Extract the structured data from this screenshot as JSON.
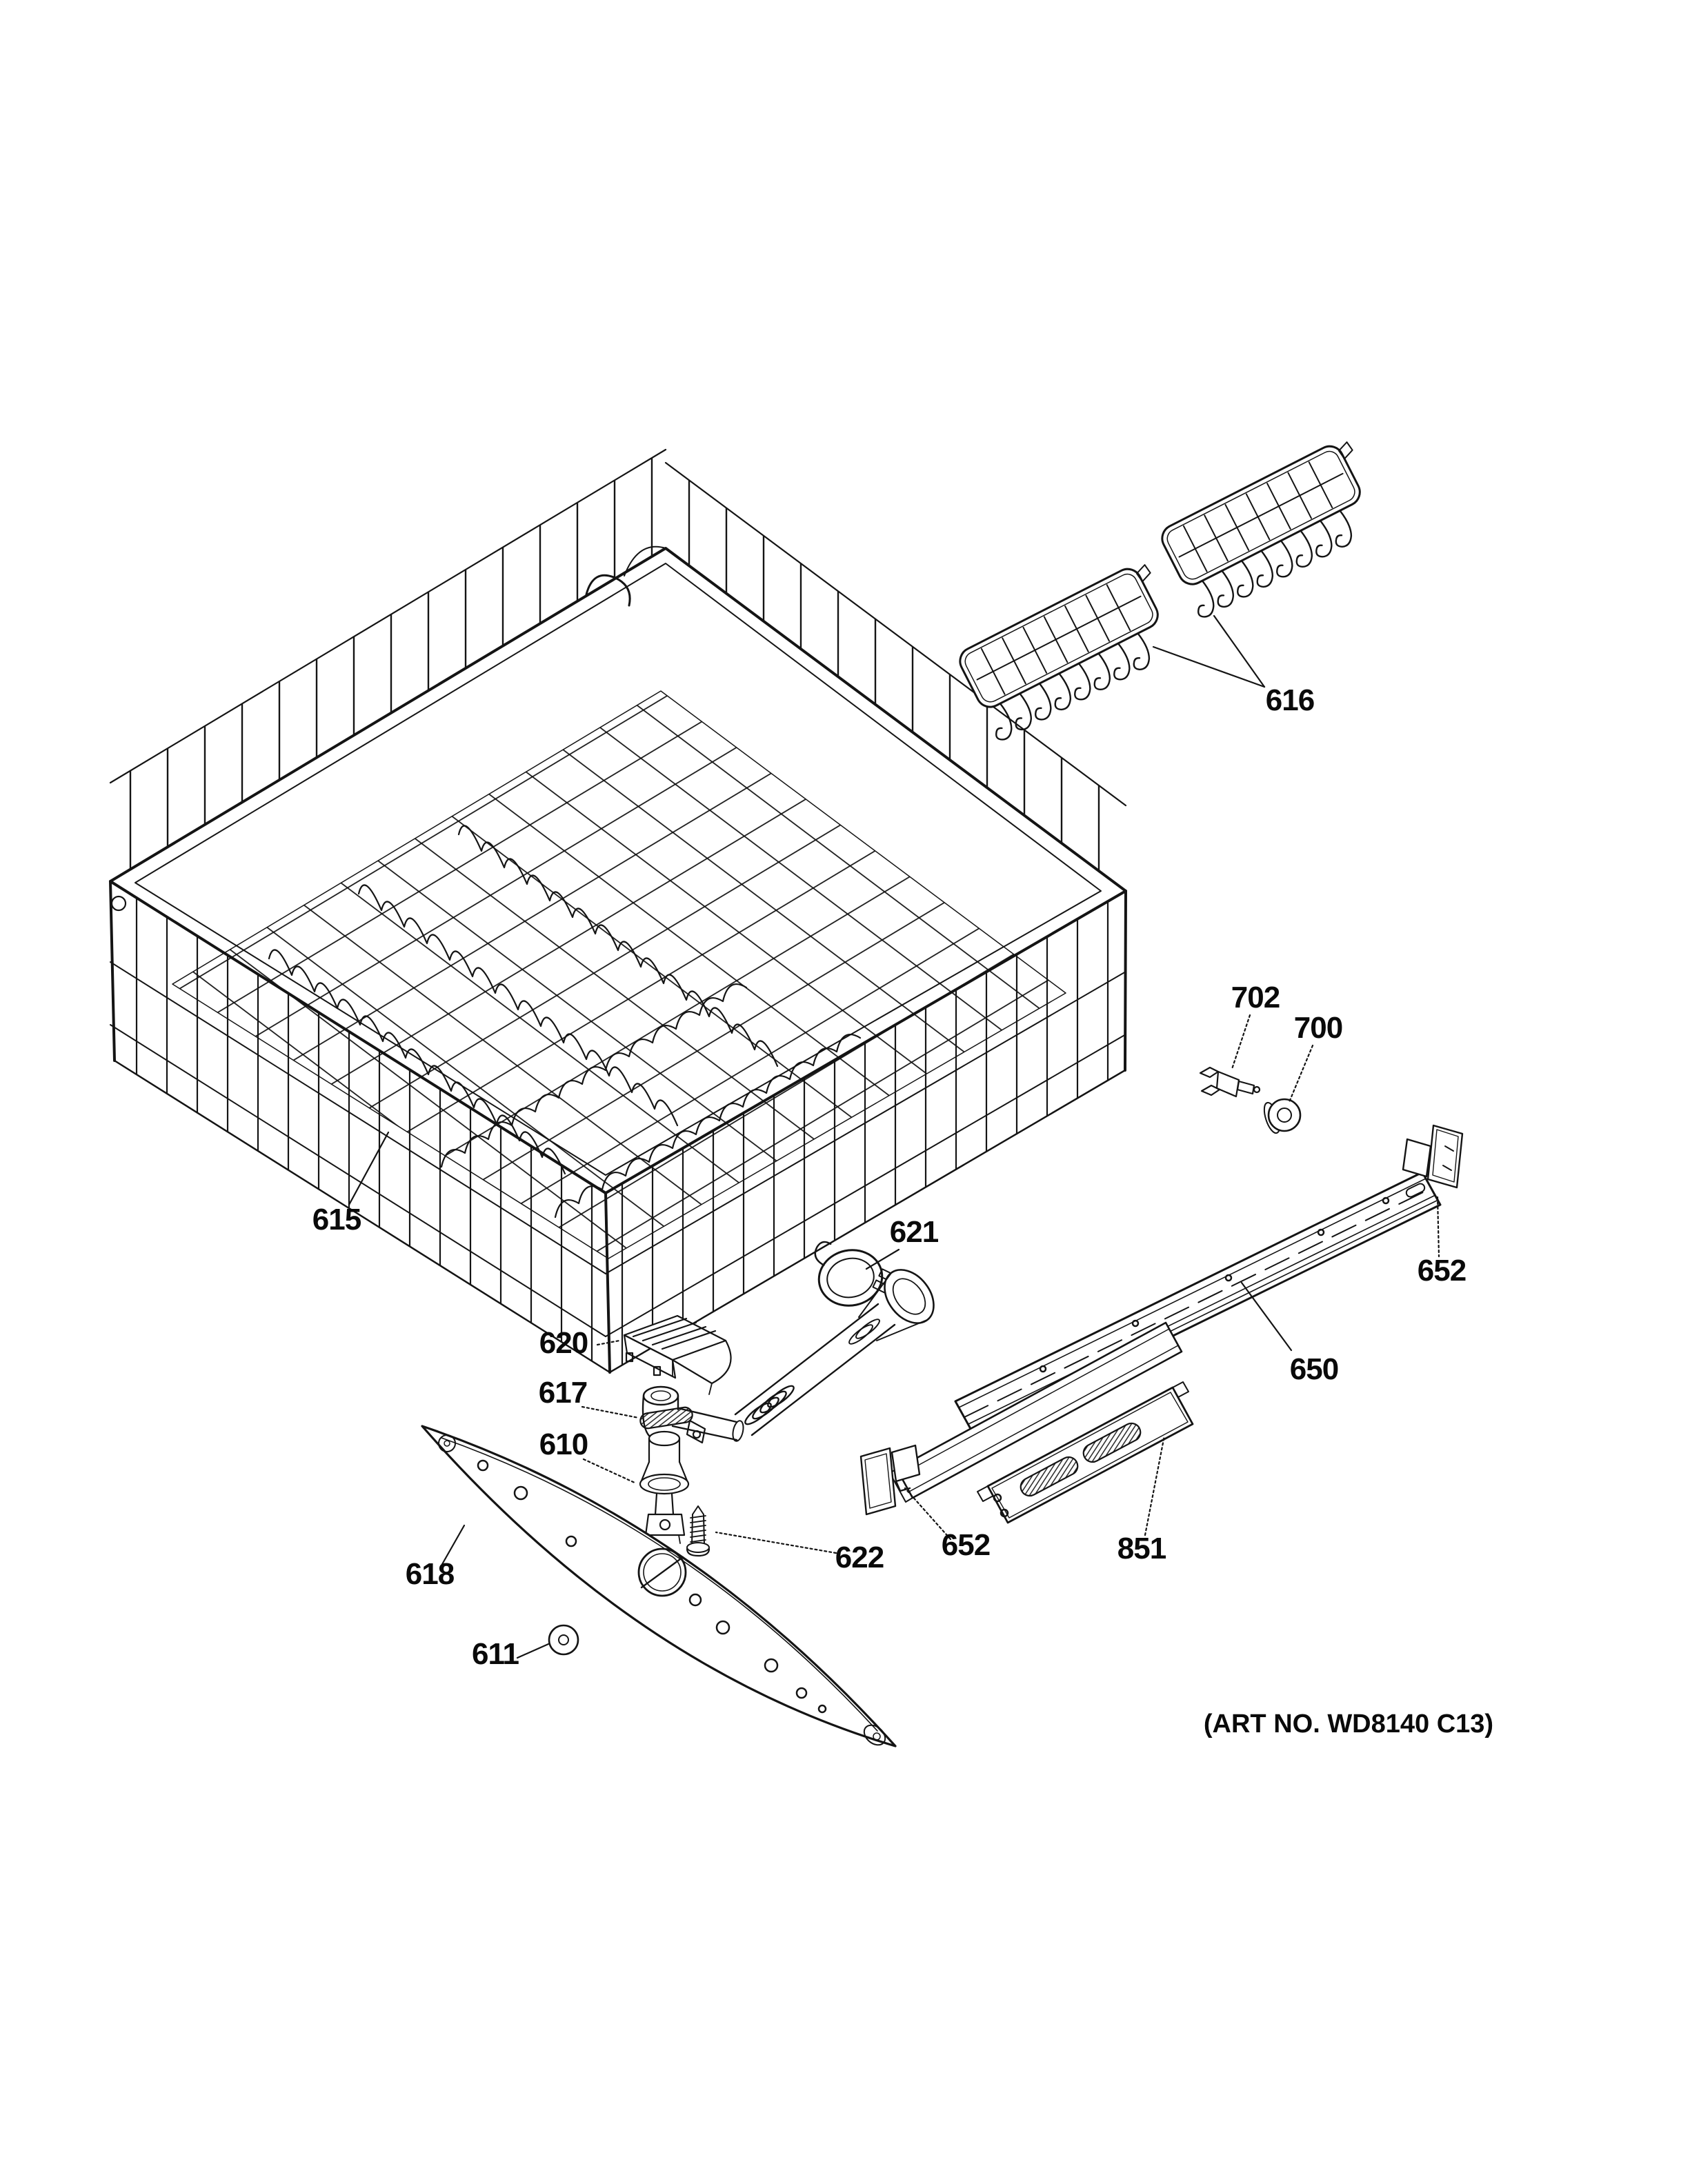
{
  "diagram": {
    "art_no": "(ART NO. WD8140 C13)",
    "callouts": {
      "upper_rack": "615",
      "tine_insert": "616",
      "mount_clip": "702",
      "rack_roller": "700",
      "rail_bracket_right": "652",
      "slide_rail": "650",
      "support_bracket": "851",
      "rail_bracket_left": "652",
      "hose_clamp": "621",
      "rack_support": "620",
      "conduit_elbow": "617",
      "water_feed_nozzle": "610",
      "screw": "622",
      "spray_arm": "618",
      "washer": "611"
    }
  }
}
